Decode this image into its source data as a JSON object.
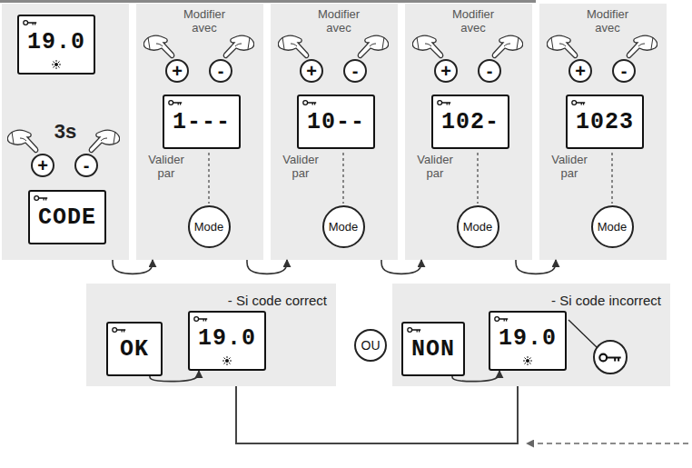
{
  "diagram": {
    "nodes": [
      {
        "text": [
          "3s"
        ]
      },
      {
        "text": [
          "19.0"
        ],
        "in": 0
      },
      {
        "text": [
          "+"
        ],
        "in": 0
      },
      {
        "text": [
          "-"
        ],
        "in": 0
      },
      {
        "text": [
          "CODE"
        ],
        "in": 0
      },
      {
        "text": [
          "Modifier avec",
          "Valider par"
        ]
      },
      {
        "text": [
          "+"
        ],
        "in": 5
      },
      {
        "text": [
          "-"
        ],
        "in": 5
      },
      {
        "text": [
          "1---"
        ],
        "in": 5
      },
      {
        "text": [
          "Mode"
        ],
        "in": 5
      },
      {
        "text": [
          "Modifier avec",
          "Valider par"
        ]
      },
      {
        "text": [
          "+"
        ],
        "in": 10
      },
      {
        "text": [
          "-"
        ],
        "in": 10
      },
      {
        "text": [
          "10--"
        ],
        "in": 10
      },
      {
        "text": [
          "Mode"
        ],
        "in": 10
      },
      {
        "text": [
          "Modifier avec",
          "Valider par"
        ]
      },
      {
        "text": [
          "+"
        ],
        "in": 15
      },
      {
        "text": [
          "-"
        ],
        "in": 15
      },
      {
        "text": [
          "102-"
        ],
        "in": 15
      },
      {
        "text": [
          "Mode"
        ],
        "in": 15
      },
      {
        "text": [
          "Modifier avec",
          "Valider par"
        ]
      },
      {
        "text": [
          "+"
        ],
        "in": 20
      },
      {
        "text": [
          "-"
        ],
        "in": 20
      },
      {
        "text": [
          "1023"
        ],
        "in": 20
      },
      {
        "text": [
          "Mode"
        ],
        "in": 20
      },
      {
        "text": [
          "- Si code correct"
        ]
      },
      {
        "text": [
          "OK"
        ],
        "in": 25
      },
      {
        "text": [
          "19.0"
        ],
        "in": 25
      },
      {
        "text": [
          "OU"
        ]
      },
      {
        "text": [
          "- Si code incorrect"
        ]
      },
      {
        "text": [
          "NON"
        ],
        "in": 29
      },
      {
        "text": [
          "19.0"
        ],
        "in": 29
      }
    ],
    "edges": [
      {
        "from": 0,
        "to": 5,
        "arrow": "to"
      },
      {
        "from": 5,
        "to": 10,
        "arrow": "to"
      },
      {
        "from": 10,
        "to": 15,
        "arrow": "to"
      },
      {
        "from": 15,
        "to": 20,
        "arrow": "to"
      },
      {
        "from": 26,
        "to": 27,
        "arrow": "to"
      },
      {
        "from": 30,
        "to": 31,
        "arrow": "to"
      }
    ]
  }
}
